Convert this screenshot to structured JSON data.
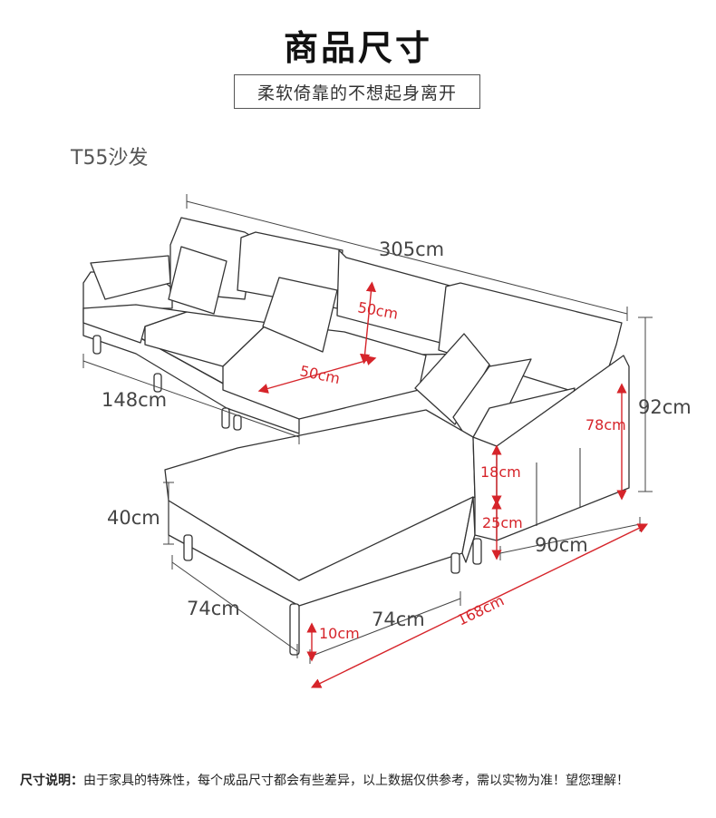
{
  "header": {
    "title": "商品尺寸",
    "subtitle": "柔软倚靠的不想起身离开"
  },
  "product": {
    "model": "T55沙发"
  },
  "dimensions": {
    "total_length": "305cm",
    "back_height_inner": "50cm",
    "seat_depth": "50cm",
    "left_width": "148cm",
    "seat_height": "40cm",
    "chaise_width": "74cm",
    "chaise_front": "74cm",
    "leg_height": "10cm",
    "chaise_length": "168cm",
    "arm_width": "90cm",
    "total_height": "92cm",
    "arm_height": "78cm",
    "arm_inner_top": "18cm",
    "arm_inner_bottom": "25cm"
  },
  "colors": {
    "accent_red": "#d6242a",
    "line_gray": "#333333"
  },
  "footer": {
    "label": "尺寸说明：",
    "text": "由于家具的特殊性，每个成品尺寸都会有些差异，以上数据仅供参考，需以实物为准！望您理解！"
  }
}
